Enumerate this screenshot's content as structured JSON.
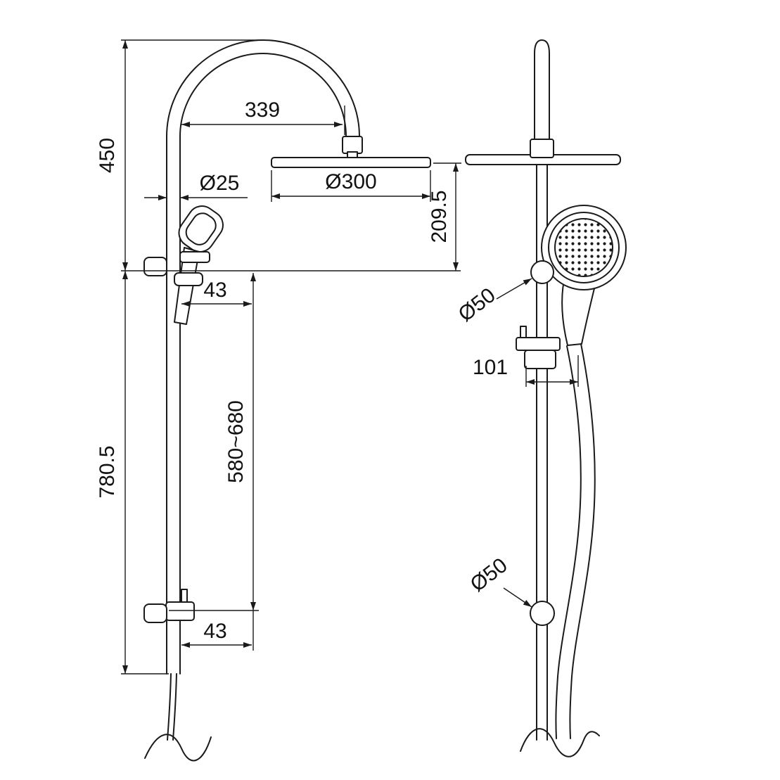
{
  "drawing": {
    "background": "#ffffff",
    "line_color": "#1a1a1a",
    "front_view": {
      "dims": {
        "height_top": "450",
        "arm_reach": "339",
        "rail_diameter": "Ø25",
        "head_diameter": "Ø300",
        "head_to_outlet": "209.5",
        "holder_offset_upper": "43",
        "slide_range": "580~680",
        "rail_height": "780.5",
        "holder_offset_lower": "43"
      }
    },
    "side_view": {
      "dims": {
        "upper_knob_diameter": "Ø50",
        "bracket_depth": "101",
        "lower_knob_diameter": "Ø50"
      }
    }
  }
}
